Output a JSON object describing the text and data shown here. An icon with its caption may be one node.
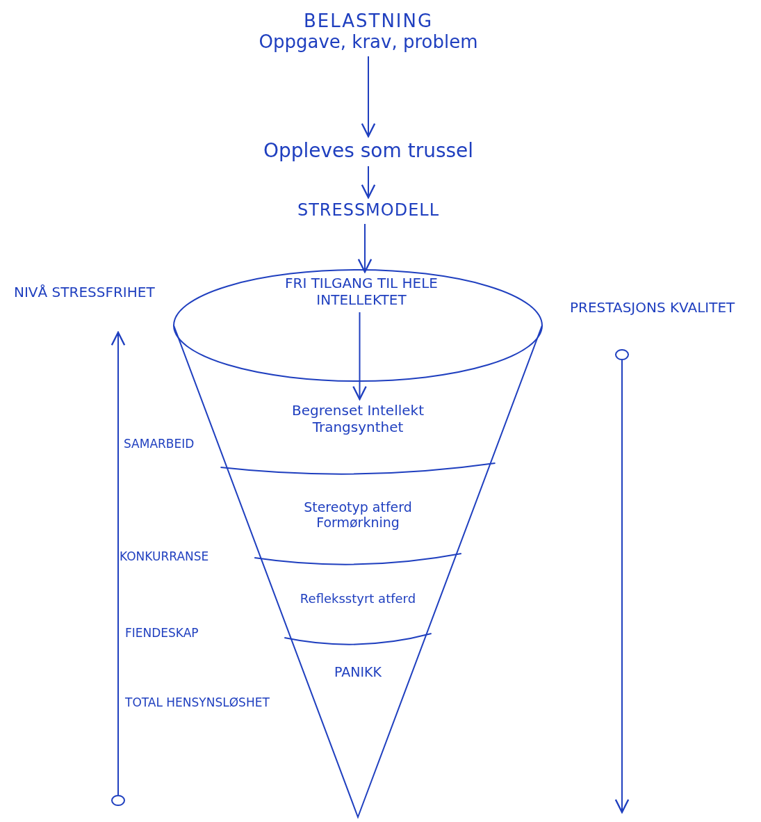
{
  "diagram": {
    "nodes": [
      {
        "text": [
          "BELASTNING",
          "Oppgave, krav, problem"
        ]
      },
      {
        "text": [
          "Oppleves som trussel"
        ]
      },
      {
        "text": [
          "STRESSMODELL"
        ]
      },
      {
        "text": [
          "FRI TILGANG TIL HELE INTELLEKTET"
        ]
      },
      {
        "text": [
          "Begrenset Intellekt",
          "Trangsynthet"
        ]
      },
      {
        "text": [
          "Stereotyp atferd",
          "Formørkning"
        ]
      },
      {
        "text": [
          "Refleksstyrt atferd"
        ]
      },
      {
        "text": [
          "PANIKK"
        ]
      }
    ],
    "edges": [
      {
        "from": 0,
        "to": 1,
        "arrow": "to"
      },
      {
        "from": 1,
        "to": 2,
        "arrow": "to"
      },
      {
        "from": 2,
        "to": 3,
        "arrow": "to"
      },
      {
        "from": 3,
        "to": 4,
        "arrow": "to"
      }
    ],
    "labels": [
      "NIVÅ STRESSFRIHET",
      "PRESTASJONS KVALITET",
      "SAMARBEID",
      "KONKURRANSE",
      "FIENDESKAP",
      "TOTAL HENSYNSLØSHET"
    ]
  }
}
